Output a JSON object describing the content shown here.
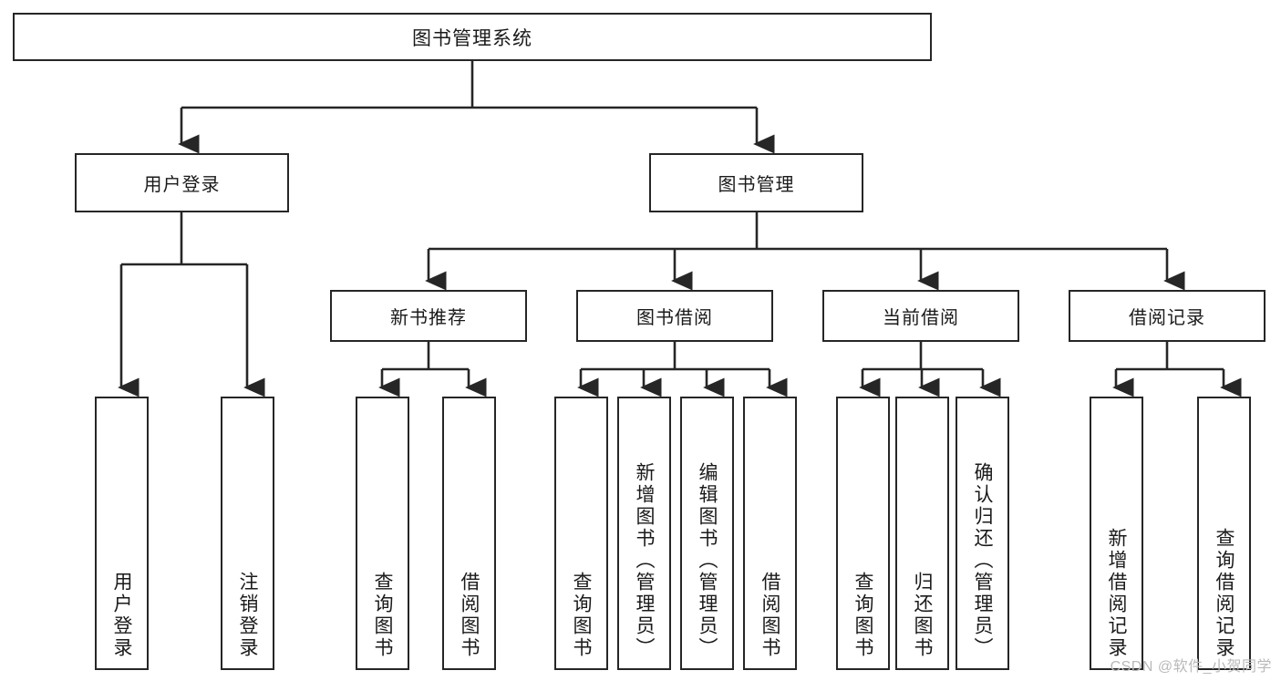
{
  "diagram": {
    "type": "tree",
    "title": "图书管理系统",
    "watermark": "CSDN @软件_小贺同学",
    "colors": {
      "box_border": "#262626",
      "box_fill": "#ffffff",
      "connector": "#262626",
      "watermark": "#b9b9b9"
    },
    "nodes": {
      "root": "图书管理系统",
      "user_login": "用户登录",
      "book_manage": "图书管理",
      "user_login_children": [
        "用户登录",
        "注销登录"
      ],
      "book_manage_children": [
        "新书推荐",
        "图书借阅",
        "当前借阅",
        "借阅记录"
      ],
      "new_book_children": [
        "查询图书",
        "借阅图书"
      ],
      "borrow_children": [
        "查询图书",
        "新增图书（管理员）",
        "编辑图书（管理员）",
        "借阅图书"
      ],
      "current_borrow_children": [
        "查询图书",
        "归还图书",
        "确认归还（管理员）"
      ],
      "borrow_record_children": [
        "新增借阅记录",
        "查询借阅记录"
      ]
    }
  }
}
